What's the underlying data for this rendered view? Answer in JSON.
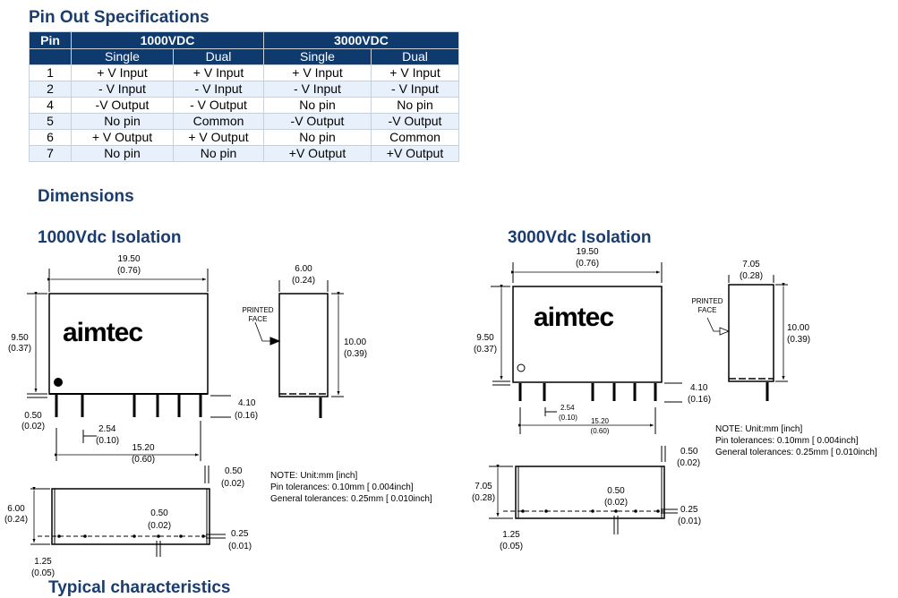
{
  "sections": {
    "pinout_title": "Pin Out Specifications",
    "dimensions_title": "Dimensions",
    "iso1000_title": "1000Vdc Isolation",
    "iso3000_title": "3000Vdc Isolation",
    "typical_title": "Typical characteristics"
  },
  "pin_table": {
    "header_pin": "Pin",
    "groups": [
      "1000VDC",
      "3000VDC"
    ],
    "subheaders": [
      "Single",
      "Dual",
      "Single",
      "Dual"
    ],
    "rows": [
      {
        "pin": "1",
        "cells": [
          "+ V Input",
          "+ V Input",
          "+ V Input",
          "+ V Input"
        ]
      },
      {
        "pin": "2",
        "cells": [
          "- V Input",
          "- V Input",
          "- V Input",
          "- V Input"
        ]
      },
      {
        "pin": "4",
        "cells": [
          "-V Output",
          "- V Output",
          "No pin",
          "No pin"
        ]
      },
      {
        "pin": "5",
        "cells": [
          "No pin",
          "Common",
          "-V Output",
          "-V Output"
        ]
      },
      {
        "pin": "6",
        "cells": [
          "+ V Output",
          "+ V Output",
          "No pin",
          "Common"
        ]
      },
      {
        "pin": "7",
        "cells": [
          "No pin",
          "No pin",
          "+V Output",
          "+V Output"
        ]
      }
    ]
  },
  "drawing_1000": {
    "logo": "aimtec",
    "width_mm": "19.50",
    "width_in": "(0.76)",
    "height_mm": "9.50",
    "height_in": "(0.37)",
    "standoff_mm": "0.50",
    "standoff_in": "(0.02)",
    "pitch_mm": "2.54",
    "pitch_in": "(0.10)",
    "span_mm": "15.20",
    "span_in": "(0.60)",
    "pinlen_mm": "4.10",
    "pinlen_in": "(0.16)",
    "side_width_mm": "6.00",
    "side_width_in": "(0.24)",
    "side_height_mm": "10.00",
    "side_height_in": "(0.39)",
    "printed_face_1": "PRINTED",
    "printed_face_2": "FACE",
    "bottom_depth_mm": "6.00",
    "bottom_depth_in": "(0.24)",
    "pin_dia_mm": "0.50",
    "pin_dia_in": "(0.02)",
    "edge_mm": "0.50",
    "edge_in": "(0.02)",
    "offset_mm": "1.25",
    "offset_in": "(0.05)",
    "tol_mm": "0.25",
    "tol_in": "(0.01)"
  },
  "drawing_3000": {
    "logo": "aimtec",
    "width_mm": "19.50",
    "width_in": "(0.76)",
    "height_mm": "9.50",
    "height_in": "(0.37)",
    "pitch_mm": "2.54",
    "pitch_in": "(0.10)",
    "span_mm": "15.20",
    "span_in": "(0.60)",
    "pinlen_mm": "4.10",
    "pinlen_in": "(0.16)",
    "side_width_mm": "7.05",
    "side_width_in": "(0.28)",
    "side_height_mm": "10.00",
    "side_height_in": "(0.39)",
    "printed_face_1": "PRINTED",
    "printed_face_2": "FACE",
    "bottom_depth_mm": "7.05",
    "bottom_depth_in": "(0.28)",
    "pin_dia_mm": "0.50",
    "pin_dia_in": "(0.02)",
    "edge_mm": "0.50",
    "edge_in": "(0.02)",
    "offset_mm": "1.25",
    "offset_in": "(0.05)",
    "tol_mm": "0.25",
    "tol_in": "(0.01)"
  },
  "notes": {
    "line1": "NOTE: Unit:mm [inch]",
    "line2": "Pin tolerances: 0.10mm [ 0.004inch]",
    "line3": "General tolerances: 0.25mm [ 0.010inch]"
  }
}
